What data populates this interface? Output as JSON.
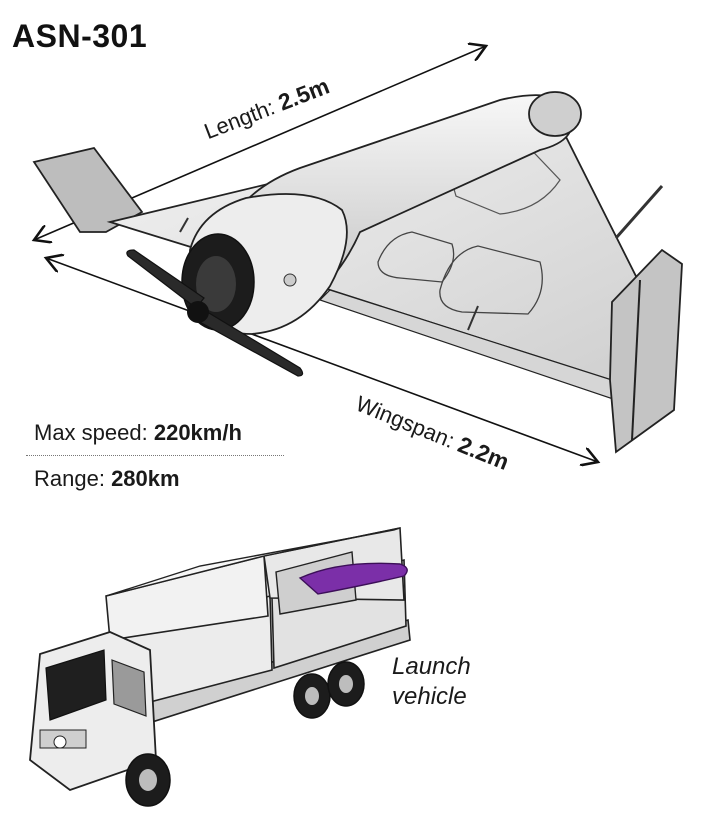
{
  "title": "ASN-301",
  "dimensions": {
    "length": {
      "label": "Length: ",
      "value": "2.5m"
    },
    "wingspan": {
      "label": "Wingspan: ",
      "value": "2.2m"
    }
  },
  "specs": {
    "max_speed": {
      "label": "Max speed: ",
      "value": "220km/h"
    },
    "range": {
      "label": "Range: ",
      "value": "280km"
    }
  },
  "launch_vehicle": {
    "line1": "Launch",
    "line2": "vehicle"
  },
  "colors": {
    "text": "#111111",
    "drone_body": "#e6e6e6",
    "outline": "#222222",
    "accent_purple": "#7b2fa8",
    "truck_body": "#eeeeee"
  }
}
